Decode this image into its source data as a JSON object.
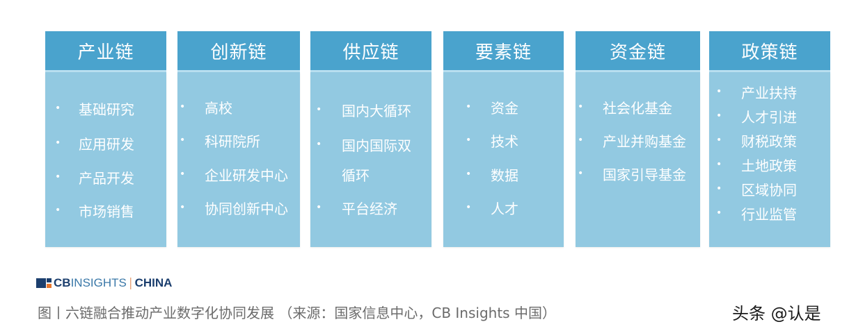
{
  "columns": [
    {
      "title": "产业链",
      "items": [
        "基础研究",
        "应用研发",
        "产品开发",
        "市场销售"
      ]
    },
    {
      "title": "创新链",
      "items": [
        "高校",
        "科研院所",
        "企业研发中心",
        "协同创新中心"
      ]
    },
    {
      "title": "供应链",
      "items": [
        "国内大循环",
        "国内国际双",
        "循环",
        "平台经济"
      ]
    },
    {
      "title": "要素链",
      "items": [
        "资金",
        "技术",
        "数据",
        "人才"
      ]
    },
    {
      "title": "资金链",
      "items": [
        "社会化基金",
        "产业并购基金",
        "国家引导基金"
      ]
    },
    {
      "title": "政策链",
      "items": [
        "产业扶持",
        "人才引进",
        "财税政策",
        "土地政策",
        "区域协同",
        "行业监管"
      ]
    }
  ],
  "bullet": "•",
  "logo": {
    "cb": "CB",
    "insights": "INSIGHTS",
    "sep": "|",
    "china": "CHINA"
  },
  "caption": "图丨六链融合推动产业数字化协同发展 （来源：国家信息中心，CB Insights 中国）",
  "watermark": "头条 @认是",
  "colors": {
    "header": "#4aa3cd",
    "body": "#92c9e1",
    "text": "#ffffff",
    "caption": "#6b6b6b",
    "logo_navy": "#1c3f6e",
    "logo_orange": "#e8772e"
  }
}
